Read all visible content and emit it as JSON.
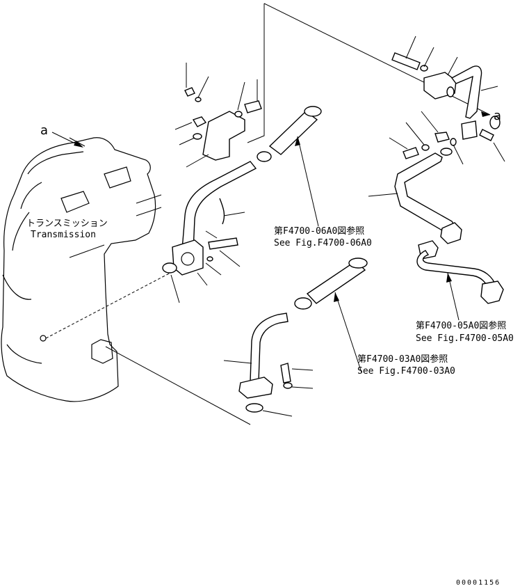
{
  "labels": {
    "marker_a_left": "a",
    "marker_a_right": "a",
    "transmission_jp": "トランスミッション",
    "transmission_en": "Transmission",
    "ref_06_jp": "第F4700-06A0図参照",
    "ref_06_en": "See Fig.F4700-06A0",
    "ref_03_jp": "第F4700-03A0図参照",
    "ref_03_en": "See Fig.F4700-03A0",
    "ref_05_jp": "第F4700-05A0図参照",
    "ref_05_en": "See Fig.F4700-05A0",
    "drawing_number": "00001156"
  }
}
